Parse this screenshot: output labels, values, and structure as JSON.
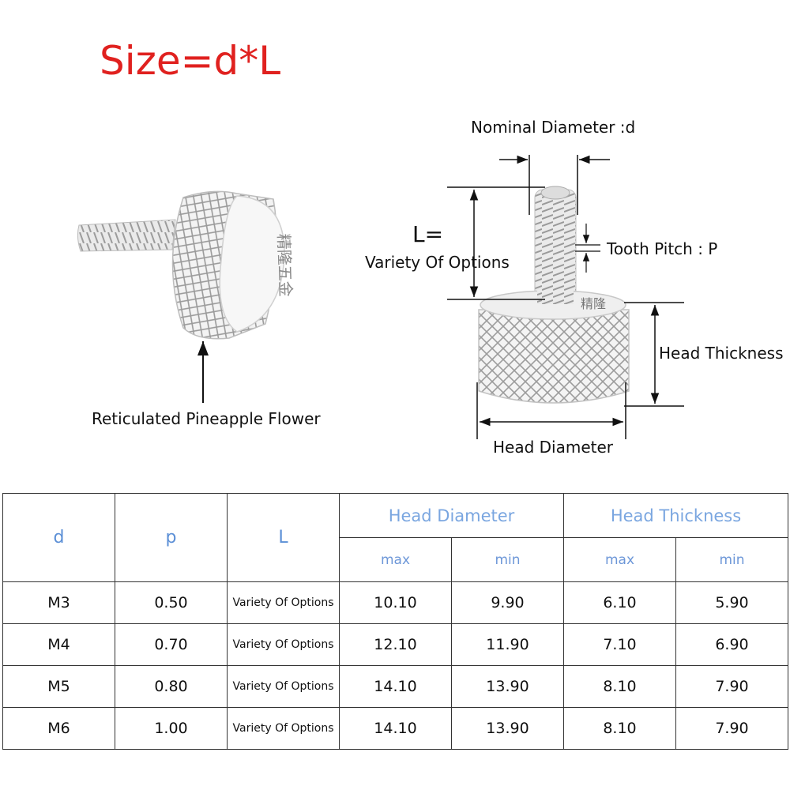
{
  "title": "Size=d*L",
  "labels": {
    "nominal_diameter": "Nominal Diameter :d",
    "length_symbol": "L=",
    "length_options": "Variety Of Options",
    "tooth_pitch": "Tooth Pitch : P",
    "head_thickness": "Head Thickness",
    "head_diameter": "Head Diameter",
    "knurl": "Reticulated Pineapple Flower"
  },
  "brand_stamp": "精隆五金",
  "table": {
    "headers": {
      "d": "d",
      "p": "p",
      "L": "L"
    },
    "groups": {
      "head_diameter": "Head Diameter",
      "head_thickness": "Head Thickness"
    },
    "sub": {
      "max": "max",
      "min": "min"
    },
    "rows": [
      {
        "d": "M3",
        "p": "0.50",
        "L": "Variety Of Options",
        "hd_max": "10.10",
        "hd_min": "9.90",
        "ht_max": "6.10",
        "ht_min": "5.90"
      },
      {
        "d": "M4",
        "p": "0.70",
        "L": "Variety Of Options",
        "hd_max": "12.10",
        "hd_min": "11.90",
        "ht_max": "7.10",
        "ht_min": "6.90"
      },
      {
        "d": "M5",
        "p": "0.80",
        "L": "Variety Of Options",
        "hd_max": "14.10",
        "hd_min": "13.90",
        "ht_max": "8.10",
        "ht_min": "7.90"
      },
      {
        "d": "M6",
        "p": "1.00",
        "L": "Variety Of Options",
        "hd_max": "14.10",
        "hd_min": "13.90",
        "ht_max": "8.10",
        "ht_min": "7.90"
      }
    ]
  },
  "colors": {
    "title": "#e0211f",
    "header": "#5b8fd6",
    "border": "#333333"
  }
}
